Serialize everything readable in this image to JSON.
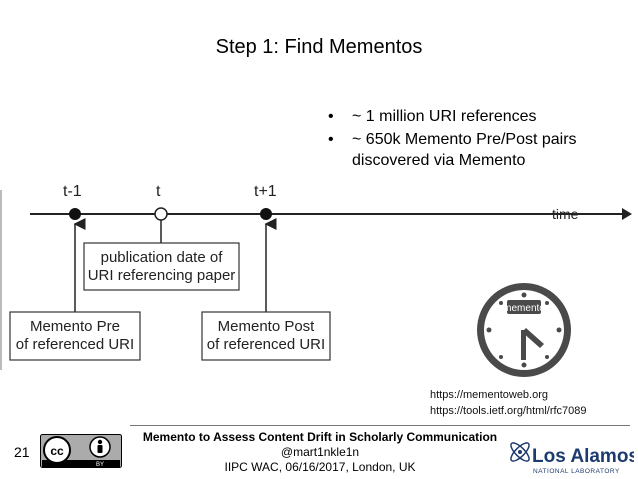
{
  "slide": {
    "title": "Step 1: Find Mementos",
    "bullets": [
      "~ 1 million URI references",
      "~ 650k Memento Pre/Post pairs discovered via Memento"
    ]
  },
  "timeline": {
    "labels": {
      "t_minus": "t-1",
      "t": "t",
      "t_plus": "t+1",
      "axis": "time"
    },
    "boxes": {
      "publication": [
        "publication date of",
        "URI referencing paper"
      ],
      "pre": [
        "Memento Pre",
        "of referenced URI"
      ],
      "post": [
        "Memento Post",
        "of referenced URI"
      ]
    }
  },
  "logo": {
    "memento_text": "memento"
  },
  "links": [
    "https://mementoweb.org",
    "https://tools.ietf.org/html/rfc7089"
  ],
  "footer": {
    "slide_number": "21",
    "line1": "Memento to Assess Content Drift in Scholarly Communication",
    "line2": "@mart1nkle1n",
    "line3": "IIPC WAC, 06/16/2017, London, UK",
    "cc_text": "cc",
    "by_text": "BY",
    "lanl_name": "Los Alamos",
    "lanl_sub": "NATIONAL LABORATORY"
  },
  "colors": {
    "text": "#000000",
    "timeline": "#222222",
    "lanl_blue": "#1d3b6e",
    "logo_dark": "#4a4a4a"
  }
}
